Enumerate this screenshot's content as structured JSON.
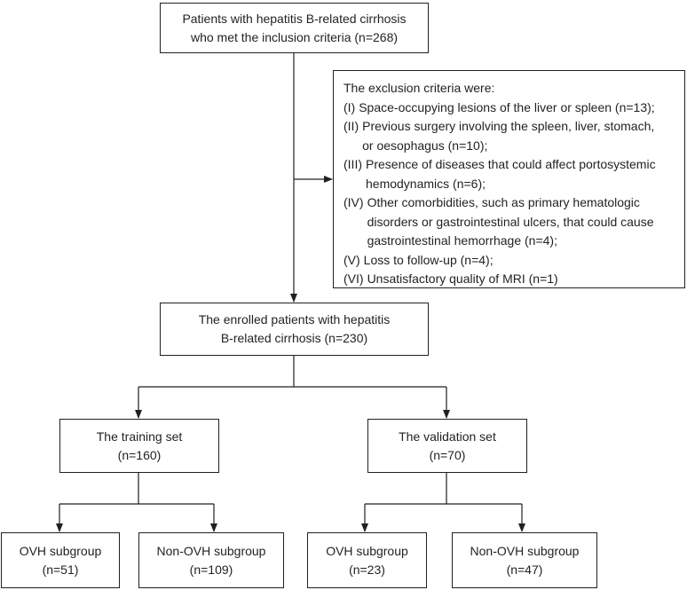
{
  "top_box": {
    "line1": "Patients with hepatitis B-related cirrhosis",
    "line2": "who met the inclusion criteria (n=268)"
  },
  "exclusion": {
    "heading": "The exclusion criteria were:",
    "items": [
      {
        "num": "(I)",
        "lines": [
          "Space-occupying lesions of the liver or spleen (n=13);"
        ]
      },
      {
        "num": "(II)",
        "lines": [
          "Previous surgery involving the spleen, liver, stomach,",
          "or oesophagus (n=10);"
        ]
      },
      {
        "num": "(III)",
        "lines": [
          "Presence of diseases that could affect portosystemic",
          "hemodynamics (n=6);"
        ]
      },
      {
        "num": "(IV)",
        "lines": [
          "Other comorbidities, such as primary hematologic",
          "disorders or gastrointestinal ulcers, that could cause",
          "gastrointestinal hemorrhage  (n=4);"
        ]
      },
      {
        "num": "(V)",
        "lines": [
          "Loss to follow-up (n=4);"
        ]
      },
      {
        "num": "(VI)",
        "lines": [
          "Unsatisfactory quality of MRI (n=1)"
        ]
      }
    ]
  },
  "enrolled_box": {
    "line1": "The enrolled patients with hepatitis",
    "line2": "B-related cirrhosis (n=230)"
  },
  "training_box": {
    "line1": "The training set",
    "line2": "(n=160)"
  },
  "validation_box": {
    "line1": "The validation set",
    "line2": "(n=70)"
  },
  "training_ovh": {
    "line1": "OVH subgroup",
    "line2": "(n=51)"
  },
  "training_non_ovh": {
    "line1": "Non-OVH subgroup",
    "line2": "(n=109)"
  },
  "validation_ovh": {
    "line1": "OVH subgroup",
    "line2": "(n=23)"
  },
  "validation_non_ovh": {
    "line1": "Non-OVH subgroup",
    "line2": "(n=47)"
  }
}
